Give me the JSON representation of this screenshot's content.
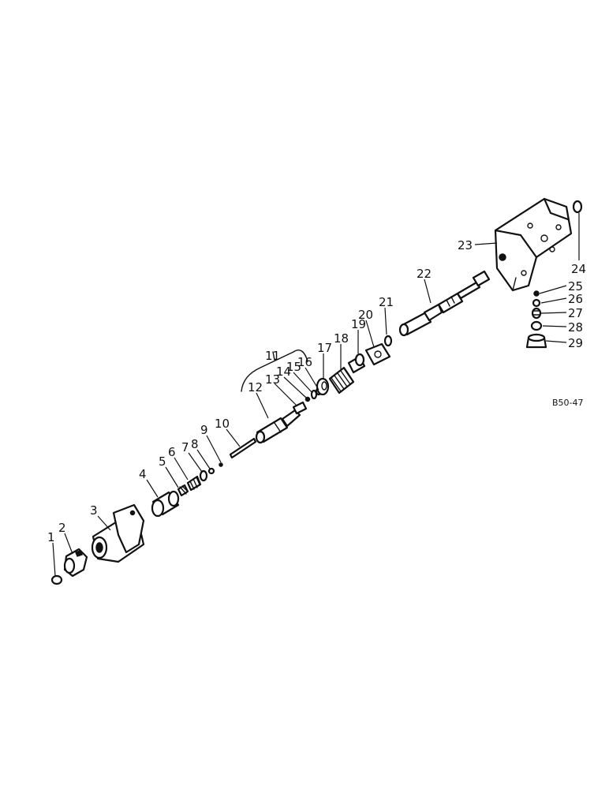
{
  "labels": {
    "l1": "1",
    "l2": "2",
    "l3": "3",
    "l4": "4",
    "l5": "5",
    "l6": "6",
    "l7": "7",
    "l8": "8",
    "l9": "9",
    "l10": "10",
    "l11": "11",
    "l12": "12",
    "l13": "13",
    "l14": "14",
    "l15": "15",
    "l16": "16",
    "l17": "17",
    "l18": "18",
    "l19": "19",
    "l20": "20",
    "l21": "21",
    "l22": "22",
    "l23": "23",
    "l24": "24",
    "l25": "25",
    "l26": "26",
    "l27": "27",
    "l28": "28",
    "l29": "29"
  },
  "drawing_code": "B50-47"
}
